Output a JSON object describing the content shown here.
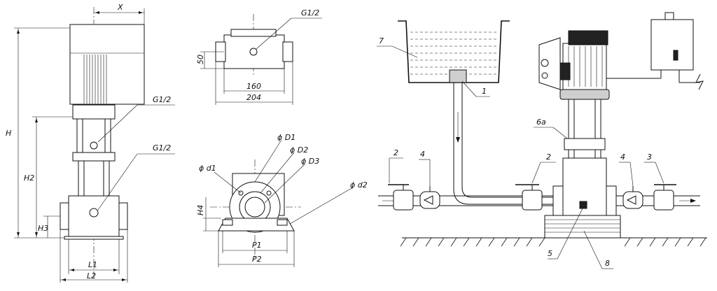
{
  "labels": {
    "X": "X",
    "H": "H",
    "H2": "H2",
    "H3": "H3",
    "H4": "H4",
    "L1": "L1",
    "L2": "L2",
    "P1": "P1",
    "P2": "P2",
    "G1_2_top": "G1/2",
    "G1_2_side_a": "G1/2",
    "G1_2_side_b": "G1/2",
    "d1": "ϕ d1",
    "D1": "ϕ D1",
    "D2": "ϕ D2",
    "D3": "ϕ D3",
    "d2": "ϕ d2",
    "dim_50": "50",
    "dim_160": "160",
    "dim_204": "204"
  },
  "callouts": {
    "c1": "1",
    "c2a": "2",
    "c2b": "2",
    "c3": "3",
    "c4a": "4",
    "c4b": "4",
    "c5": "5",
    "c6a": "6a",
    "c7": "7",
    "c8": "8"
  }
}
